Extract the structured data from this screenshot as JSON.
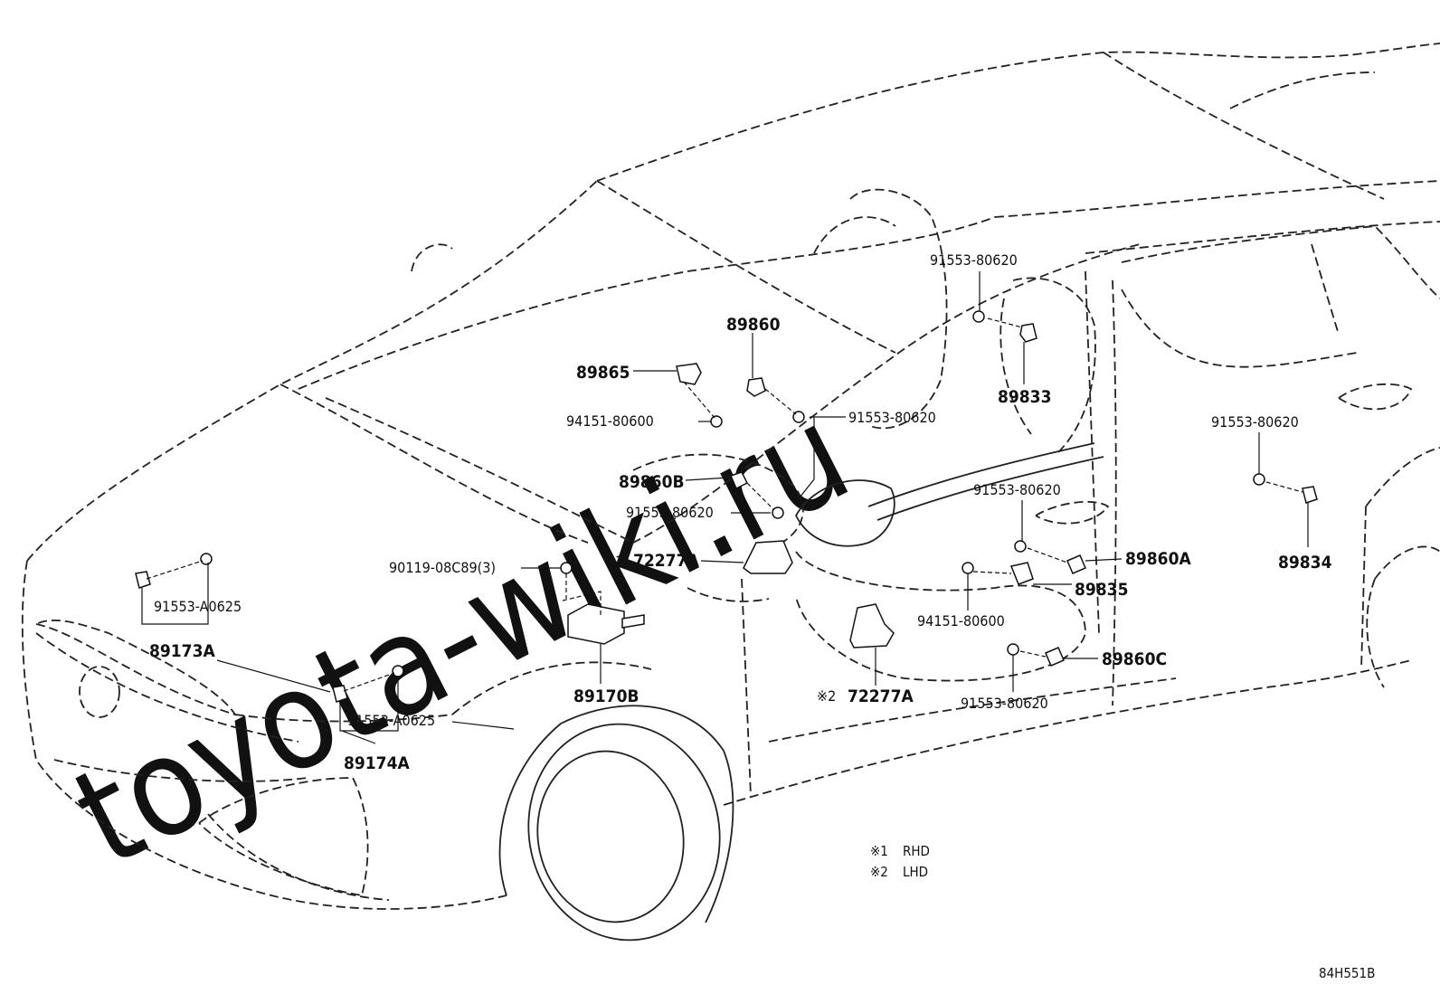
{
  "watermark": "toyota-wiki.ru",
  "diagram_code": "84H551B",
  "notes": [
    {
      "mark": "※1",
      "text": "RHD"
    },
    {
      "mark": "※2",
      "text": "LHD"
    }
  ],
  "labels": {
    "p89860": "89860",
    "p89865": "89865",
    "p94151_upper": "94151-80600",
    "p91553_80620_upper": "91553-80620",
    "p89860B": "89860B",
    "p91553_80620_mid": "91553-80620",
    "p91553_80620_top": "91553-80620",
    "p89833": "89833",
    "p91553_80620_right": "91553-80620",
    "p89834": "89834",
    "p91553_80620_door": "91553-80620",
    "p89860A": "89860A",
    "p89835": "89835",
    "p94151_lower": "94151-80600",
    "p89860C": "89860C",
    "p91553_80620_bottom": "91553-80620",
    "p90119": "90119-08C89(3)",
    "mark_rhd": "※1",
    "p72277A_rhd": "72277A",
    "mark_lhd": "※2",
    "p72277A_lhd": "72277A",
    "p91553_A0625_left": "91553-A0625",
    "p89173A": "89173A",
    "p91553_A0625_right": "91553-A0625",
    "p89174A": "89174A",
    "p89170B": "89170B"
  }
}
